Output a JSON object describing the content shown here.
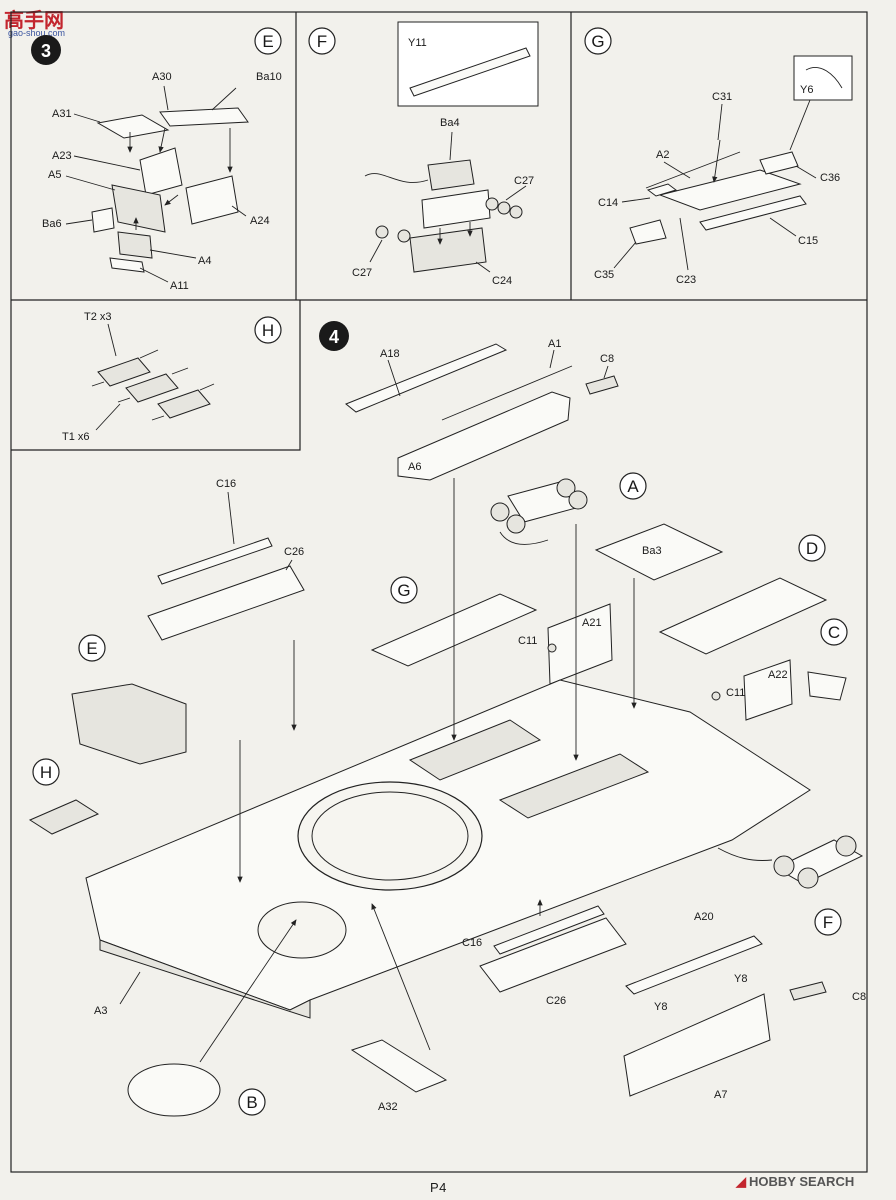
{
  "page": {
    "number": "P4"
  },
  "watermarks": {
    "top": {
      "logo_text": "高手网",
      "sub_text": "gao-shou.com"
    },
    "bottom": {
      "text": "HOBBY SEARCH",
      "icon": "hobby-search-logo-icon"
    }
  },
  "steps": [
    {
      "number": "3"
    },
    {
      "number": "4"
    }
  ],
  "panels": {
    "E": {
      "badge": "E",
      "parts": [
        "A30",
        "Ba10",
        "A31",
        "A23",
        "A5",
        "Ba6",
        "A24",
        "A4",
        "A11"
      ]
    },
    "F": {
      "badge": "F",
      "parts": [
        "Y11",
        "Ba4",
        "C27",
        "C27",
        "C24"
      ]
    },
    "G": {
      "badge": "G",
      "parts": [
        "Y6",
        "C31",
        "A2",
        "C36",
        "C14",
        "C15",
        "C35",
        "C23"
      ]
    },
    "H": {
      "badge": "H",
      "parts": [
        "T2 x3",
        "T1 x6"
      ]
    }
  },
  "main_assembly": {
    "parts": [
      "A18",
      "A1",
      "C8",
      "A6",
      "C16",
      "C26",
      "Ba3",
      "A21",
      "C11",
      "A22",
      "C11",
      "A20",
      "Y8",
      "Y8",
      "C8",
      "A7",
      "C16",
      "C26",
      "A3",
      "A32"
    ],
    "callouts": [
      "A",
      "D",
      "C",
      "G",
      "E",
      "H",
      "F",
      "B"
    ]
  }
}
